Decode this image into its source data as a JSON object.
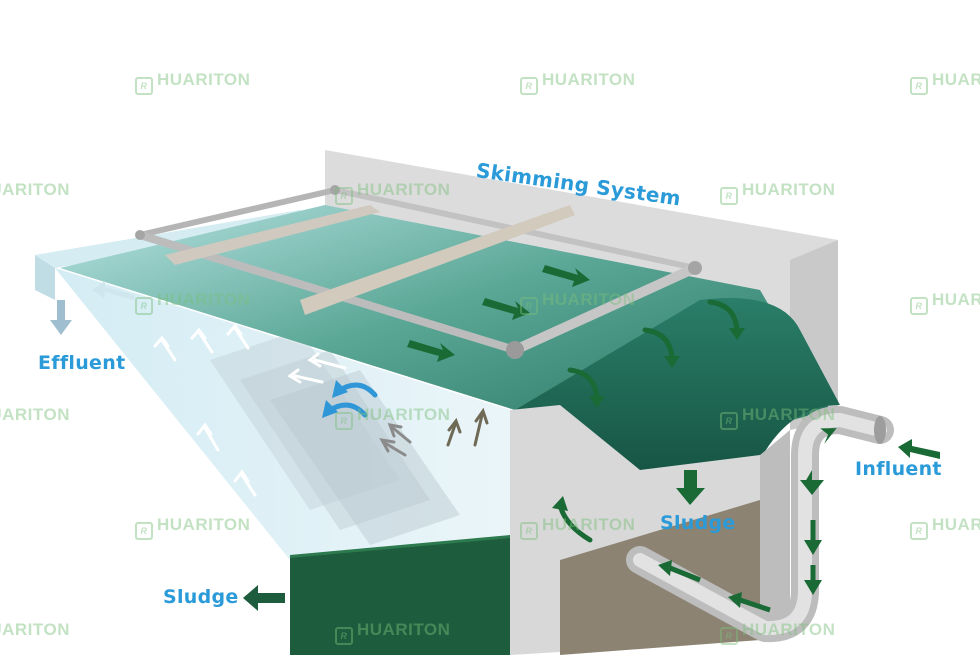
{
  "labels": {
    "skimming": "Skimming System",
    "effluent": "Effluent",
    "influent": "Influent",
    "sludge_right": "Sludge",
    "sludge_left": "Sludge"
  },
  "watermark": {
    "text": "HUARITON"
  },
  "colors": {
    "label_blue": "#2a9bd8",
    "water_dark": "#1f6b56",
    "water_light": "#8fd0cf",
    "sludge_green": "#1d5c3c",
    "arrow_green": "#1a6a36",
    "arrow_white": "#ffffff",
    "arrow_blue": "#2f96d8",
    "tank_grey": "#d9d9d9",
    "pipe_grey": "#cfcfcf",
    "watermark_green": "#7bbf7b"
  }
}
